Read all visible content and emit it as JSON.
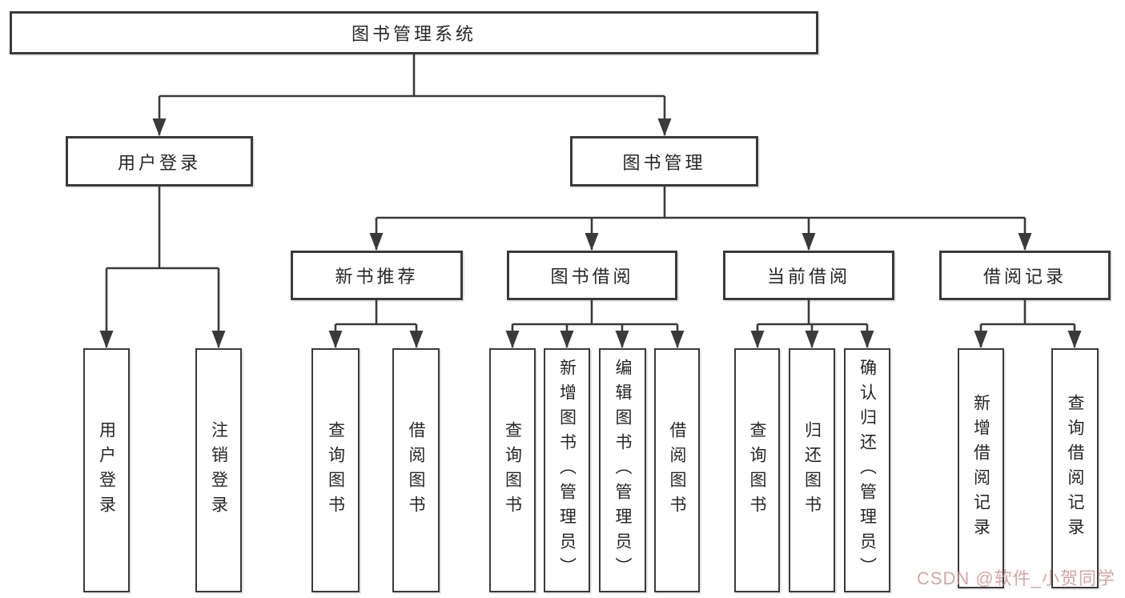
{
  "diagram": {
    "root": {
      "label": "图书管理系统",
      "children": [
        {
          "label": "用户登录",
          "children": [
            {
              "label": "用户登录"
            },
            {
              "label": "注销登录"
            }
          ]
        },
        {
          "label": "图书管理",
          "children": [
            {
              "label": "新书推荐",
              "children": [
                {
                  "label": "查询图书"
                },
                {
                  "label": "借阅图书"
                }
              ]
            },
            {
              "label": "图书借阅",
              "children": [
                {
                  "label": "查询图书"
                },
                {
                  "label": "新增图书（管理员）"
                },
                {
                  "label": "编辑图书（管理员）"
                },
                {
                  "label": "借阅图书"
                }
              ]
            },
            {
              "label": "当前借阅",
              "children": [
                {
                  "label": "查询图书"
                },
                {
                  "label": "归还图书"
                },
                {
                  "label": "确认归还（管理员）"
                }
              ]
            },
            {
              "label": "借阅记录",
              "children": [
                {
                  "label": "新增借阅记录"
                },
                {
                  "label": "查询借阅记录"
                }
              ]
            }
          ]
        }
      ]
    }
  },
  "watermark": {
    "text": "CSDN @软件_小贺同学"
  },
  "colors": {
    "line": "#3a3a3a",
    "box_border": "#3a3a3a",
    "box_fill": "#ffffff",
    "text": "#262626",
    "watermark": "#c98c8c"
  }
}
